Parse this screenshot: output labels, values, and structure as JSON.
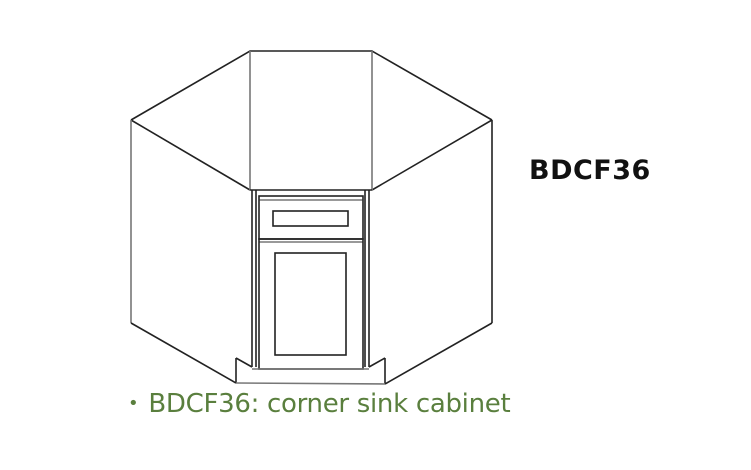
{
  "product": {
    "model_label": "BDCF36",
    "caption_bullet": "•",
    "caption": "BDCF36: corner sink cabinet"
  },
  "colors": {
    "line": "#222222",
    "caption_green": "#5a7f3e",
    "label": "#111111",
    "background": "#ffffff"
  },
  "drawing": {
    "description": "Diagonal corner sink base cabinet line drawing with one false drawer front, one door, and toe kick"
  }
}
